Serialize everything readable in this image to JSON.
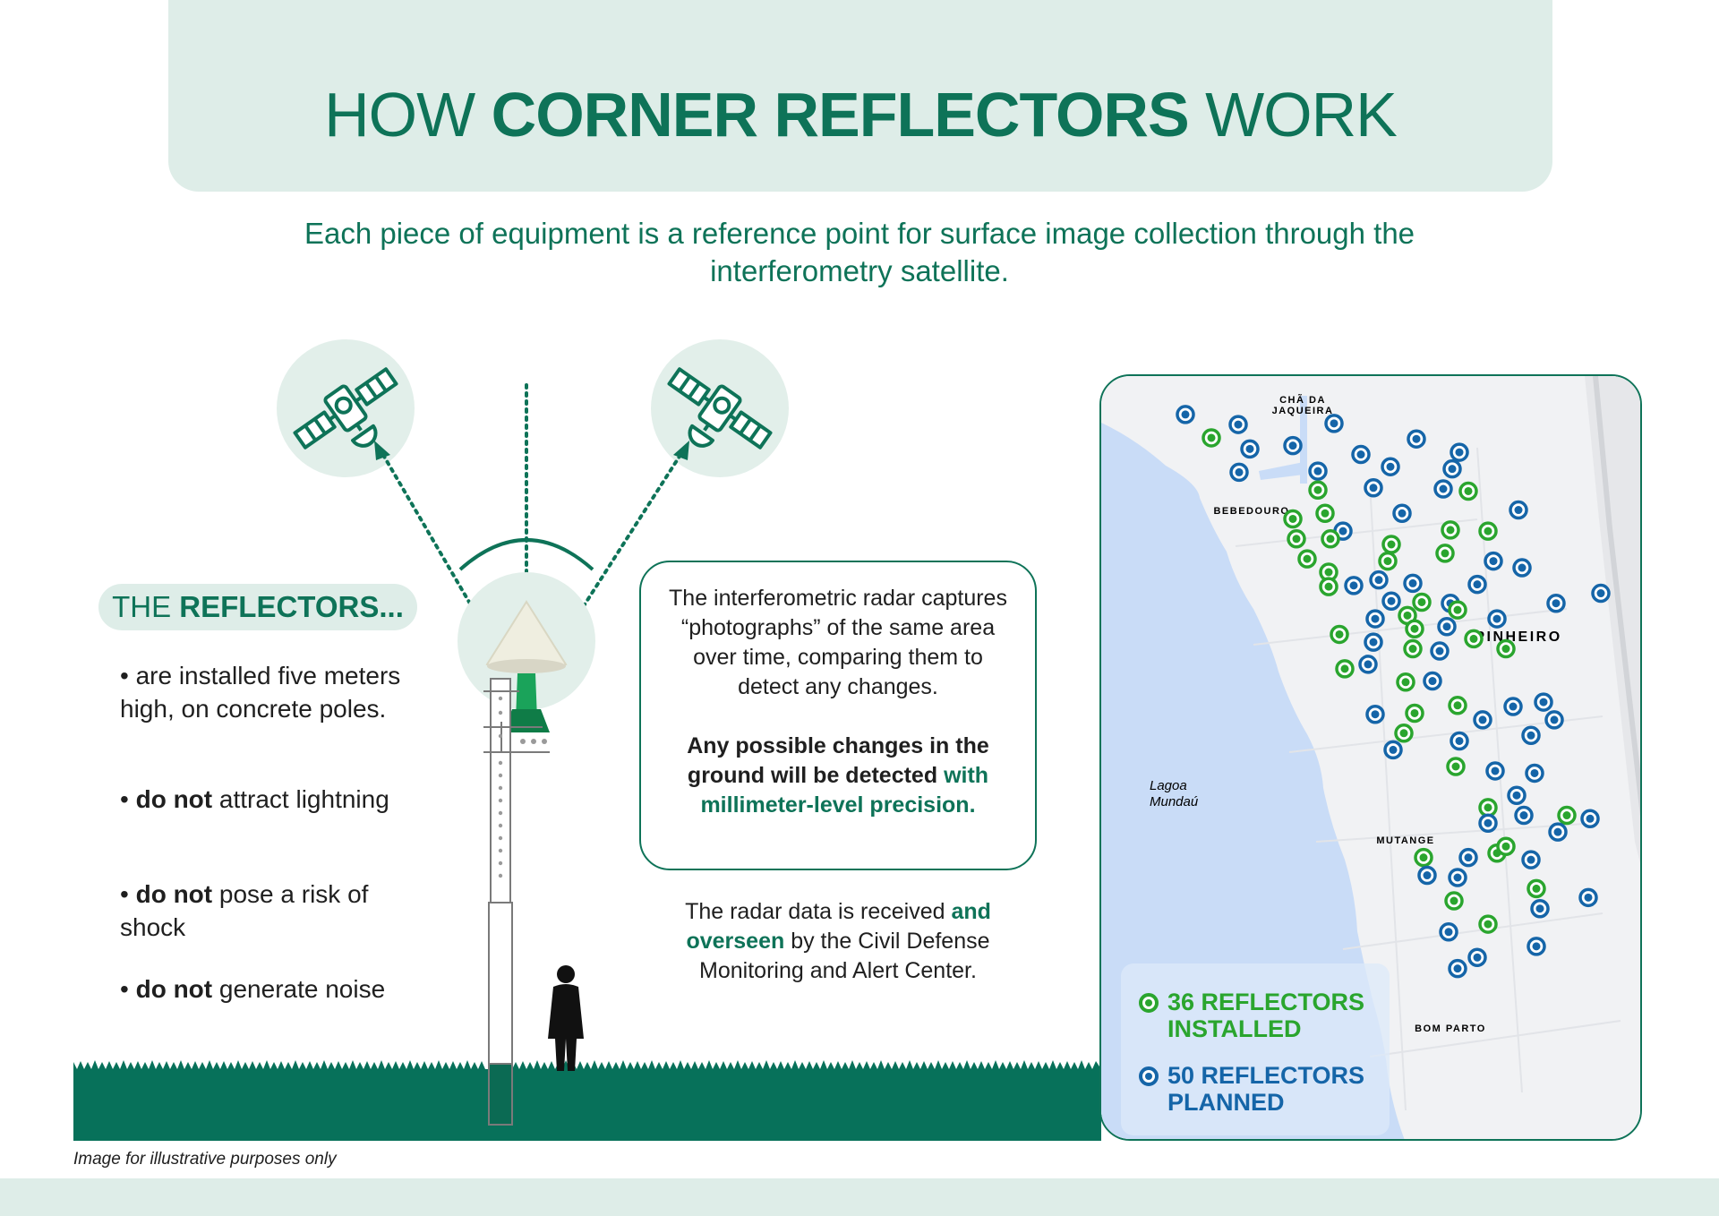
{
  "header": {
    "title_pre": "HOW ",
    "title_bold": "CORNER REFLECTORS",
    "title_post": " WORK",
    "subtitle": "Each piece of equipment is a reference point for surface image collection through the interferometry satellite."
  },
  "reflectors": {
    "heading_pre": "THE ",
    "heading_bold": "REFLECTORS...",
    "bullets": [
      {
        "bold": "",
        "text": "• are installed five meters high, on concrete poles."
      },
      {
        "prefix": "• ",
        "bold": "do not",
        "text": " attract lightning"
      },
      {
        "prefix": "• ",
        "bold": "do not",
        "text": " pose a risk of shock"
      },
      {
        "prefix": "• ",
        "bold": "do not",
        "text": " generate noise"
      }
    ]
  },
  "center_box": {
    "para1": "The interferometric radar captures “photographs” of the same area over time, comparing them to detect any changes.",
    "para2_bold": "Any possible changes in the ground will be detected ",
    "para2_green": "with millimeter-level precision."
  },
  "radar_text": {
    "pre": "The radar data is received ",
    "green": "and overseen",
    "post": " by the Civil Defense Monitoring and Alert Center."
  },
  "caption": "Image for illustrative purposes only",
  "map": {
    "labels": {
      "cha_da_jaqueira_1": "CHÃ DA",
      "cha_da_jaqueira_2": "JAQUEIRA",
      "bebedouro": "BEBEDOURO",
      "pinheiro": "PINHEIRO",
      "mutange": "MUTANGE",
      "bom_parto": "BOM PARTO",
      "lagoa_1": "Lagoa",
      "lagoa_2": "Mundaú"
    },
    "legend": {
      "installed": "36 REFLECTORS INSTALLED",
      "planned": "50 REFLECTORS PLANNED"
    }
  },
  "colors": {
    "brand_green": "#0e7358",
    "installed_green": "#2aa52e",
    "planned_blue": "#1565a8",
    "light_band": "#deede8",
    "water": "#c9dcf7"
  },
  "icons": [
    "satellite-icon",
    "satellite-icon",
    "corner-reflector-icon",
    "person-silhouette-icon"
  ]
}
